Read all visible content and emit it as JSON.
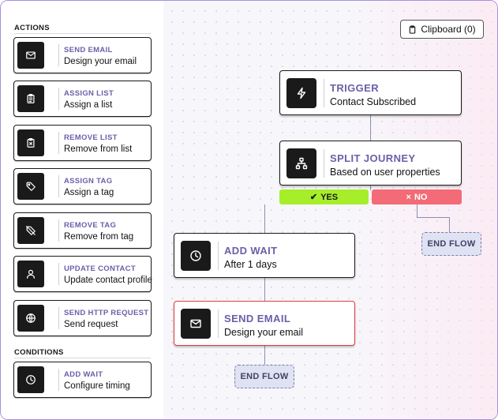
{
  "sidebar": {
    "actions_title": "ACTIONS",
    "conditions_title": "CONDITIONS",
    "actions": [
      {
        "title": "SEND EMAIL",
        "subtitle": "Design your email",
        "icon": "mail-icon"
      },
      {
        "title": "ASSIGN LIST",
        "subtitle": "Assign a list",
        "icon": "clipboard-list-icon"
      },
      {
        "title": "REMOVE LIST",
        "subtitle": "Remove from list",
        "icon": "clipboard-x-icon"
      },
      {
        "title": "ASSIGN TAG",
        "subtitle": "Assign a tag",
        "icon": "tag-icon"
      },
      {
        "title": "REMOVE TAG",
        "subtitle": "Remove from tag",
        "icon": "tag-off-icon"
      },
      {
        "title": "UPDATE CONTACT",
        "subtitle": "Update contact profile",
        "icon": "user-icon"
      },
      {
        "title": "SEND HTTP REQUEST",
        "subtitle": "Send request",
        "icon": "globe-icon"
      }
    ],
    "conditions": [
      {
        "title": "ADD WAIT",
        "subtitle": "Configure timing",
        "icon": "clock-icon"
      }
    ]
  },
  "canvas": {
    "clipboard_label": "Clipboard (0)",
    "nodes": {
      "trigger": {
        "title": "TRIGGER",
        "subtitle": "Contact Subscribed",
        "icon": "lightning-icon"
      },
      "split": {
        "title": "SPLIT JOURNEY",
        "subtitle": "Based on user properties",
        "icon": "sitemap-icon"
      },
      "wait": {
        "title": "ADD WAIT",
        "subtitle": "After 1 days",
        "icon": "clock-icon"
      },
      "email": {
        "title": "SEND EMAIL",
        "subtitle": "Design your email",
        "icon": "mail-icon"
      }
    },
    "branches": {
      "yes": "YES",
      "no": "NO",
      "yes_glyph": "✔",
      "no_glyph": "×"
    },
    "end_flow_label": "END FLOW"
  },
  "colors": {
    "frame_border": "#a98fe0",
    "label_accent": "#6b5fa8",
    "yes_branch": "#a6ee2a",
    "no_branch": "#f36b76",
    "selected_border": "#e53935"
  }
}
